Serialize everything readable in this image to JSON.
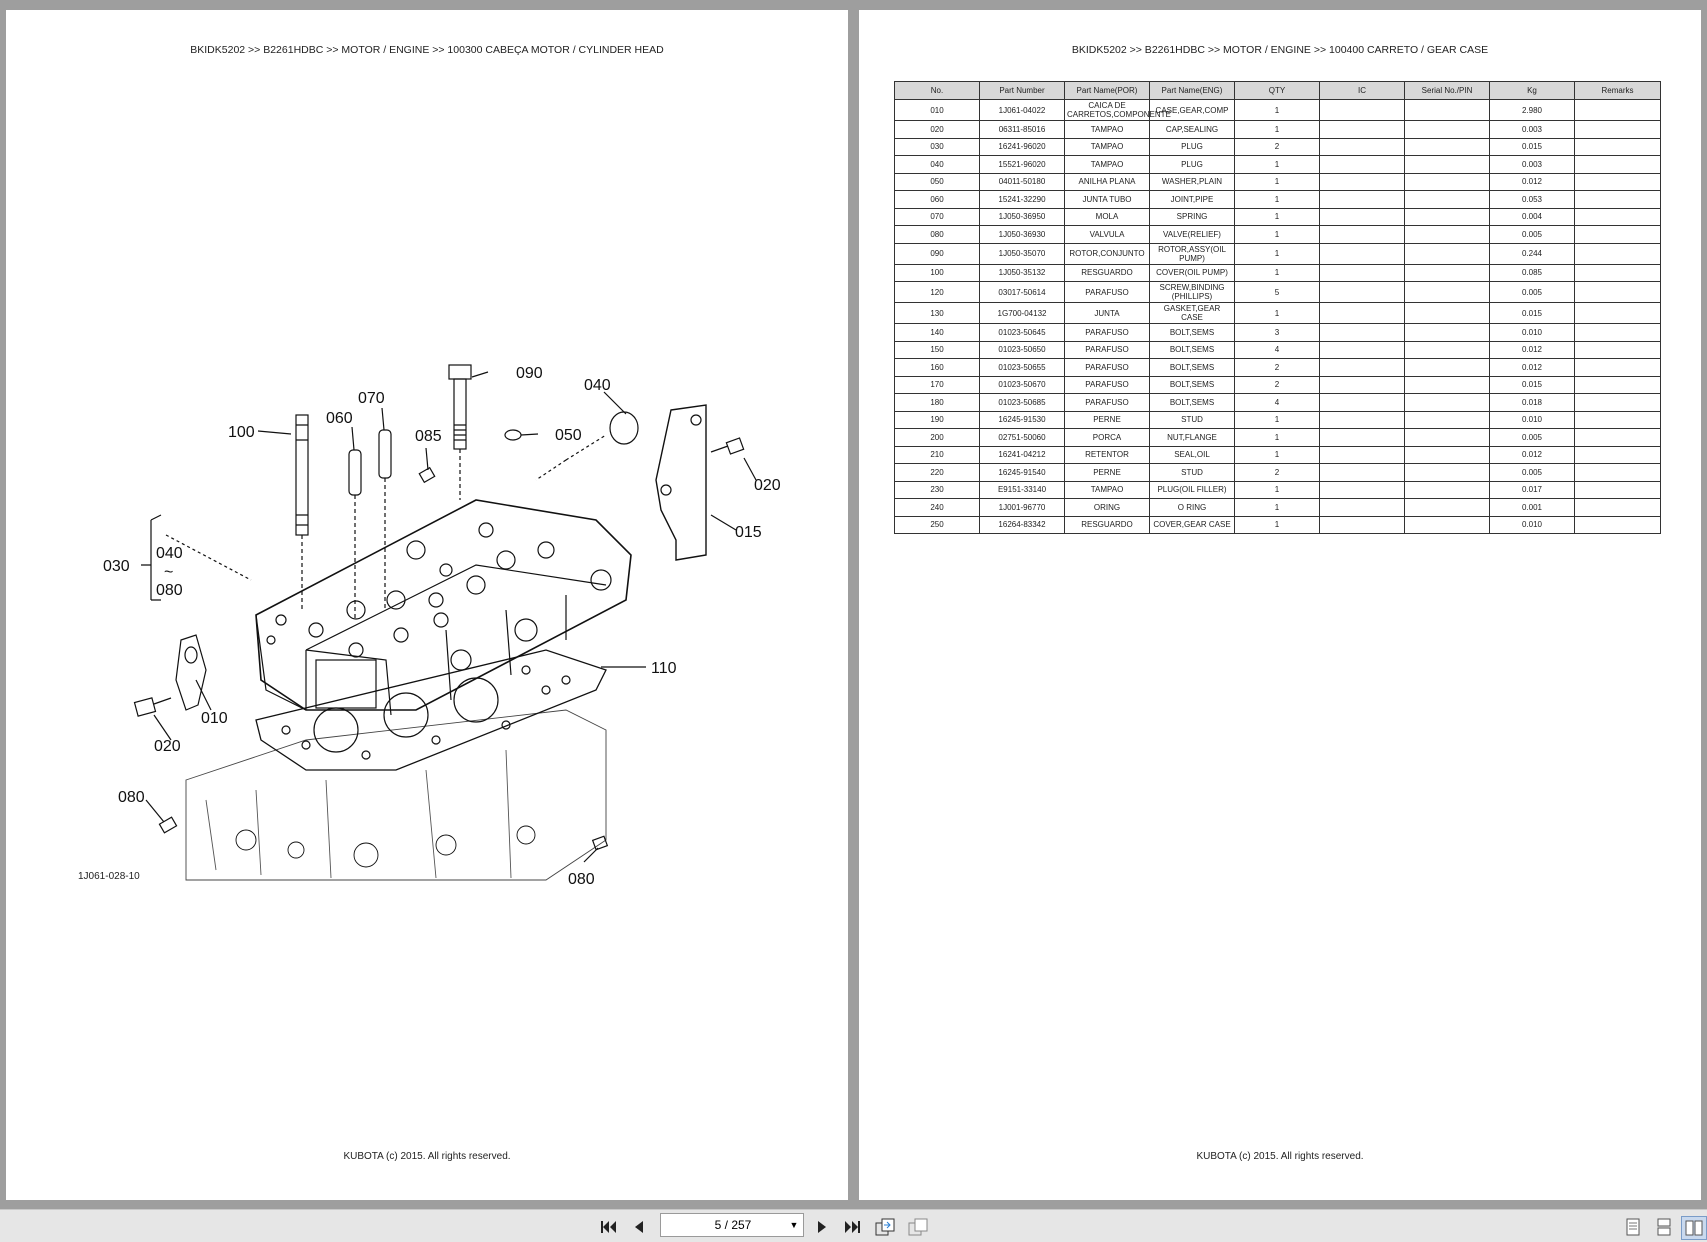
{
  "left_page": {
    "breadcrumb": "BKIDK5202 >> B2261HDBC >> MOTOR / ENGINE >> 100300   CABEÇA MOTOR / CYLINDER HEAD",
    "diagram_code": "1J061-028-10",
    "callouts": [
      "100",
      "060",
      "070",
      "090",
      "040",
      "085",
      "050",
      "020",
      "015",
      "030",
      "040",
      "~",
      "080",
      "110",
      "010",
      "020",
      "080",
      "080"
    ],
    "footer": "KUBOTA (c) 2015. All rights reserved."
  },
  "right_page": {
    "breadcrumb": "BKIDK5202 >> B2261HDBC >> MOTOR / ENGINE >> 100400   CARRETO / GEAR CASE",
    "table": {
      "headers": [
        "No.",
        "Part Number",
        "Part Name(POR)",
        "Part Name(ENG)",
        "QTY",
        "IC",
        "Serial No./PIN",
        "Kg",
        "Remarks"
      ],
      "rows": [
        [
          "010",
          "1J061-04022",
          "CAICA DE CARRETOS,COMPONENTE",
          "CASE,GEAR,COMP",
          "1",
          "",
          "",
          "2.980",
          ""
        ],
        [
          "020",
          "06311-85016",
          "TAMPAO",
          "CAP,SEALING",
          "1",
          "",
          "",
          "0.003",
          ""
        ],
        [
          "030",
          "16241-96020",
          "TAMPAO",
          "PLUG",
          "2",
          "",
          "",
          "0.015",
          ""
        ],
        [
          "040",
          "15521-96020",
          "TAMPAO",
          "PLUG",
          "1",
          "",
          "",
          "0.003",
          ""
        ],
        [
          "050",
          "04011-50180",
          "ANILHA PLANA",
          "WASHER,PLAIN",
          "1",
          "",
          "",
          "0.012",
          ""
        ],
        [
          "060",
          "15241-32290",
          "JUNTA TUBO",
          "JOINT,PIPE",
          "1",
          "",
          "",
          "0.053",
          ""
        ],
        [
          "070",
          "1J050-36950",
          "MOLA",
          "SPRING",
          "1",
          "",
          "",
          "0.004",
          ""
        ],
        [
          "080",
          "1J050-36930",
          "VALVULA",
          "VALVE(RELIEF)",
          "1",
          "",
          "",
          "0.005",
          ""
        ],
        [
          "090",
          "1J050-35070",
          "ROTOR,CONJUNTO",
          "ROTOR,ASSY(OIL PUMP)",
          "1",
          "",
          "",
          "0.244",
          ""
        ],
        [
          "100",
          "1J050-35132",
          "RESGUARDO",
          "COVER(OIL PUMP)",
          "1",
          "",
          "",
          "0.085",
          ""
        ],
        [
          "120",
          "03017-50614",
          "PARAFUSO",
          "SCREW,BINDING (PHILLIPS)",
          "5",
          "",
          "",
          "0.005",
          ""
        ],
        [
          "130",
          "1G700-04132",
          "JUNTA",
          "GASKET,GEAR CASE",
          "1",
          "",
          "",
          "0.015",
          ""
        ],
        [
          "140",
          "01023-50645",
          "PARAFUSO",
          "BOLT,SEMS",
          "3",
          "",
          "",
          "0.010",
          ""
        ],
        [
          "150",
          "01023-50650",
          "PARAFUSO",
          "BOLT,SEMS",
          "4",
          "",
          "",
          "0.012",
          ""
        ],
        [
          "160",
          "01023-50655",
          "PARAFUSO",
          "BOLT,SEMS",
          "2",
          "",
          "",
          "0.012",
          ""
        ],
        [
          "170",
          "01023-50670",
          "PARAFUSO",
          "BOLT,SEMS",
          "2",
          "",
          "",
          "0.015",
          ""
        ],
        [
          "180",
          "01023-50685",
          "PARAFUSO",
          "BOLT,SEMS",
          "4",
          "",
          "",
          "0.018",
          ""
        ],
        [
          "190",
          "16245-91530",
          "PERNE",
          "STUD",
          "1",
          "",
          "",
          "0.010",
          ""
        ],
        [
          "200",
          "02751-50060",
          "PORCA",
          "NUT,FLANGE",
          "1",
          "",
          "",
          "0.005",
          ""
        ],
        [
          "210",
          "16241-04212",
          "RETENTOR",
          "SEAL,OIL",
          "1",
          "",
          "",
          "0.012",
          ""
        ],
        [
          "220",
          "16245-91540",
          "PERNE",
          "STUD",
          "2",
          "",
          "",
          "0.005",
          ""
        ],
        [
          "230",
          "E9151-33140",
          "TAMPAO",
          "PLUG(OIL FILLER)",
          "1",
          "",
          "",
          "0.017",
          ""
        ],
        [
          "240",
          "1J001-96770",
          "ORING",
          "O RING",
          "1",
          "",
          "",
          "0.001",
          ""
        ],
        [
          "250",
          "16264-83342",
          "RESGUARDO",
          "COVER,GEAR CASE",
          "1",
          "",
          "",
          "0.010",
          ""
        ]
      ]
    },
    "footer": "KUBOTA (c) 2015. All rights reserved."
  },
  "toolbar": {
    "page_indicator": "5 / 257",
    "icons": [
      "first-page-icon",
      "previous-page-icon",
      "next-page-icon",
      "last-page-icon",
      "rotate-icon",
      "export-icon",
      "single-page-view-icon",
      "continuous-view-icon",
      "two-page-view-icon"
    ]
  }
}
